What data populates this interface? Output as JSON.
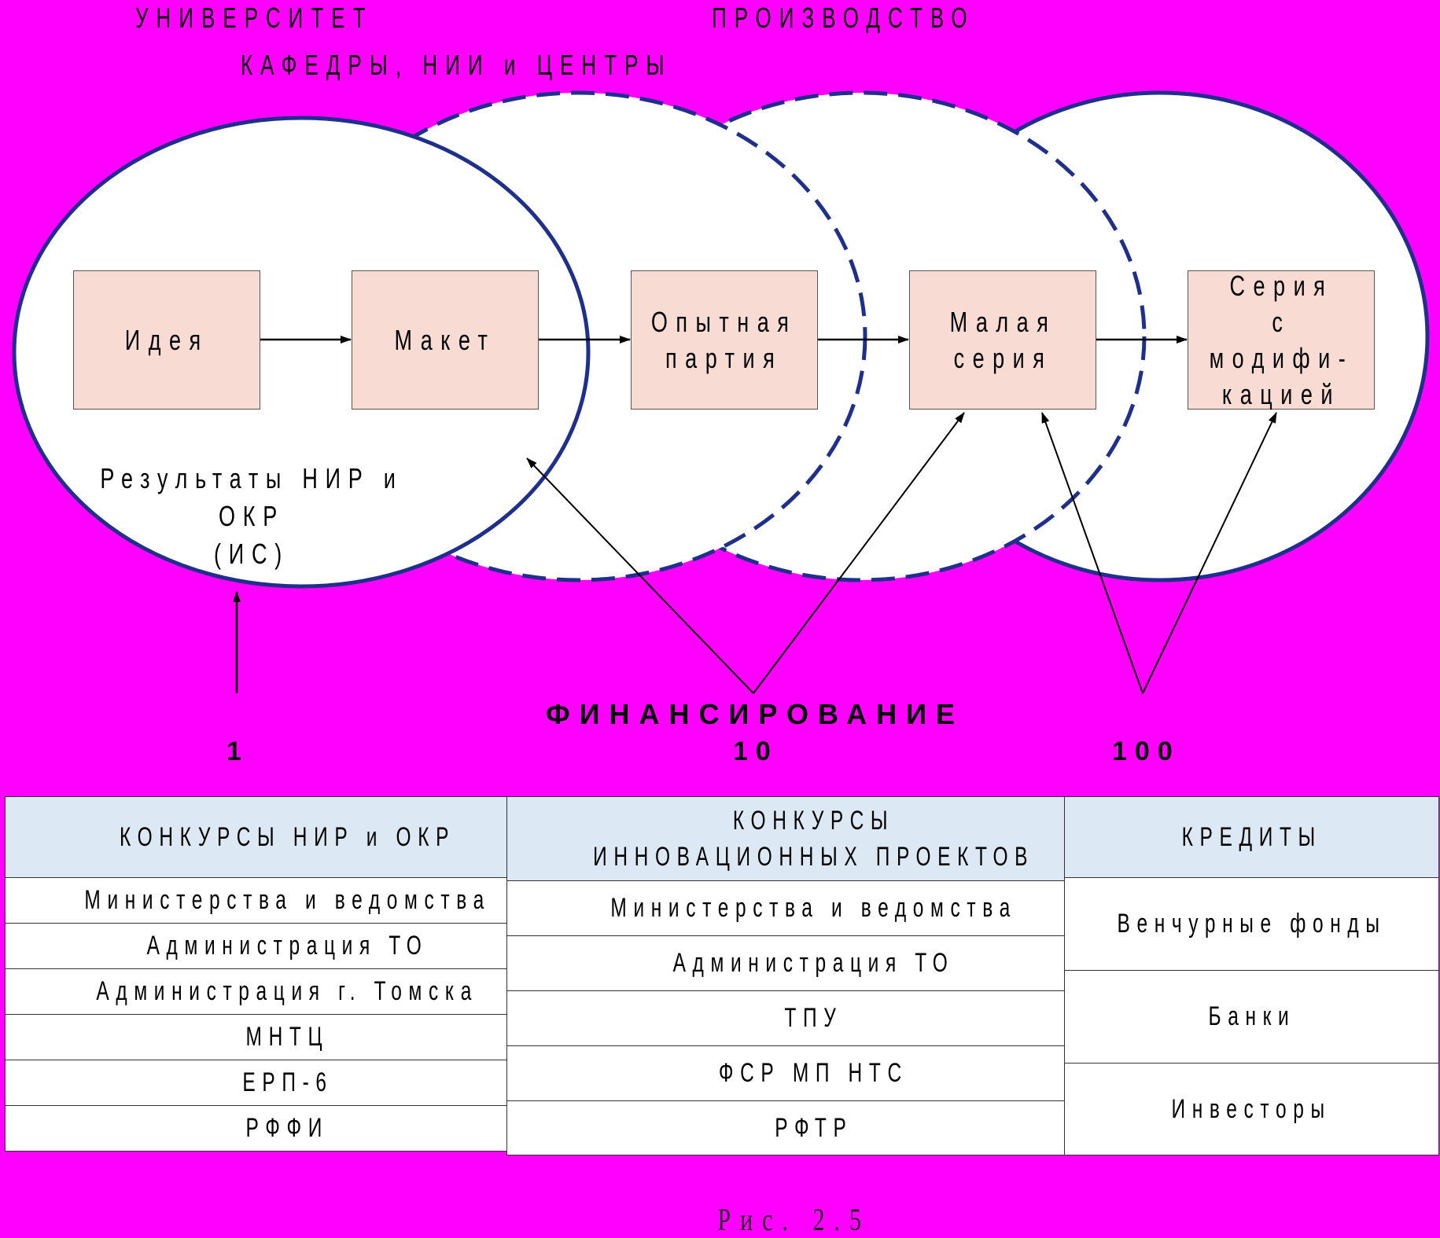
{
  "headings": {
    "university": "УНИВЕРСИТЕТ",
    "production": "ПРОИЗВОДСТВО",
    "departments": "КАФЕДРЫ, НИИ и ЦЕНТРЫ"
  },
  "stages": [
    "Идея",
    "Макет",
    "Опытная партия",
    "Малая серия",
    "Серия с модифи- кацией"
  ],
  "stage_lines": [
    [
      "Идея"
    ],
    [
      "Макет"
    ],
    [
      "Опытная",
      "партия"
    ],
    [
      "Малая",
      "серия"
    ],
    [
      "Серия",
      "с модифи-",
      "кацией"
    ]
  ],
  "results": [
    "Результаты НИР и ОКР",
    "(ИС)"
  ],
  "financing": {
    "label": "ФИНАНСИРОВАНИЕ",
    "scale": [
      "1",
      "10",
      "100"
    ]
  },
  "tables": [
    {
      "header": [
        "КОНКУРСЫ НИР и ОКР"
      ],
      "rows": [
        "Министерства и ведомства",
        "Администрация ТО",
        "Администрация г. Томска",
        "МНТЦ",
        "ЕРП-6",
        "РФФИ"
      ]
    },
    {
      "header": [
        "КОНКУРСЫ",
        "ИННОВАЦИОННЫХ ПРОЕКТОВ"
      ],
      "rows": [
        "Министерства и ведомства",
        "Администрация ТО",
        "ТПУ",
        "ФСР МП НТС",
        "РФТР"
      ]
    },
    {
      "header": [
        "КРЕДИТЫ"
      ],
      "rows": [
        "Венчурные фонды",
        "Банки",
        "Инвесторы"
      ]
    }
  ],
  "caption": "Рис. 2.5",
  "colors": {
    "background": "#ff00ff",
    "ellipse_stroke": "#1e2f8c",
    "stage_fill": "#f8dcd3",
    "table_header_fill": "#dce8f4"
  }
}
